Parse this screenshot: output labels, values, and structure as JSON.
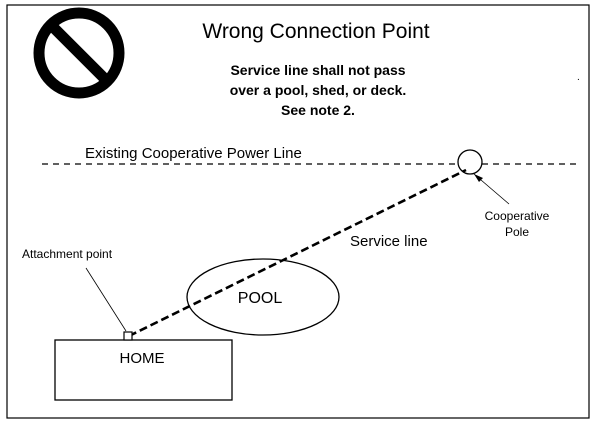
{
  "title": "Wrong Connection Point",
  "note_lines": [
    "Service line shall not pass",
    "over a pool, shed, or deck.",
    "See note 2."
  ],
  "power_line_label": "Existing Cooperative Power Line",
  "pole_label_lines": [
    "Cooperative",
    "Pole"
  ],
  "service_line_label": "Service line",
  "attachment_label": "Attachment point",
  "pool_label": "POOL",
  "home_label": "HOME",
  "icon": "prohibition-icon"
}
